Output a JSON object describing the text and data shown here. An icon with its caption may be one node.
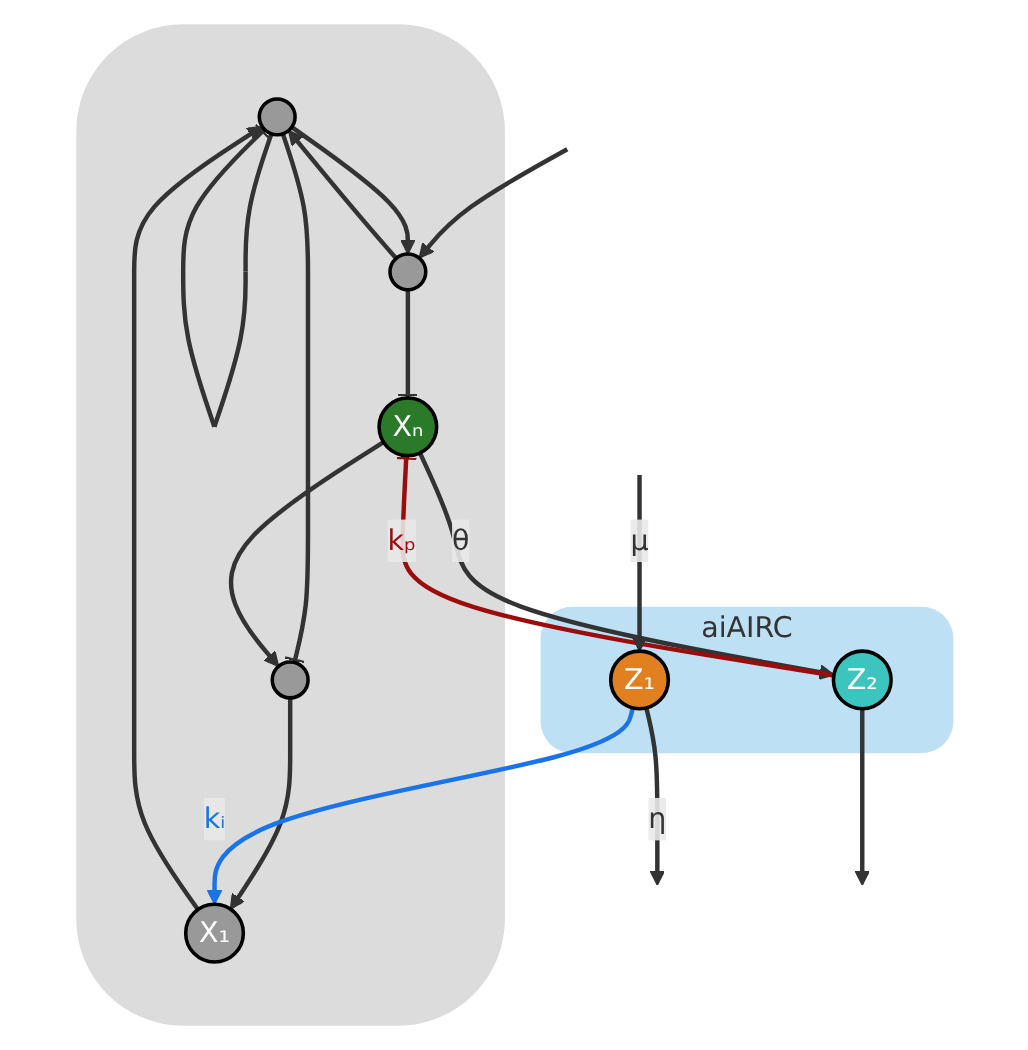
{
  "diagram": {
    "nodes": [
      {
        "text": [],
        "shape": "cloud"
      },
      {
        "text": [],
        "shape": "circle",
        "in": 0
      },
      {
        "text": [],
        "shape": "circle",
        "in": 0
      },
      {
        "text": [
          "X₁"
        ],
        "in": 0
      },
      {
        "text": [],
        "shape": "circle",
        "in": 0
      },
      {
        "text": [
          "Xₙ"
        ],
        "in": 0
      },
      {
        "text": [
          "aiAIRC"
        ]
      },
      {
        "text": [
          "Z₁"
        ],
        "in": 6
      },
      {
        "text": [
          "Z₂"
        ],
        "in": 6
      }
    ],
    "edges": [
      {
        "from": null,
        "to": 2,
        "arrow": "to"
      },
      {
        "from": 1,
        "to": 1,
        "arrow": "other"
      },
      {
        "from": 2,
        "to": 1,
        "arrow": "to"
      },
      {
        "from": 1,
        "to": 2,
        "arrow": "to"
      },
      {
        "from": 3,
        "to": 1,
        "arrow": "to"
      },
      {
        "from": 1,
        "to": 4,
        "arrow": "other"
      },
      {
        "from": 2,
        "to": 5,
        "arrow": "other"
      },
      {
        "from": 5,
        "to": 4,
        "arrow": "to"
      },
      {
        "from": 4,
        "to": 3,
        "arrow": "to"
      },
      {
        "from": 5,
        "to": 8,
        "arrow": "to",
        "label": "θ"
      },
      {
        "from": 7,
        "to": 3,
        "arrow": "to",
        "label": "kᵢ",
        "color": "#1a73e8"
      },
      {
        "from": 8,
        "to": 5,
        "arrow": "other",
        "label": "kₚ",
        "color": "#9b0d0d"
      },
      {
        "from": null,
        "to": 7,
        "arrow": "to",
        "label": "μ"
      },
      {
        "from": 7,
        "to": null,
        "arrow": "to",
        "label": "η"
      },
      {
        "from": 8,
        "to": null,
        "arrow": "to"
      }
    ]
  }
}
